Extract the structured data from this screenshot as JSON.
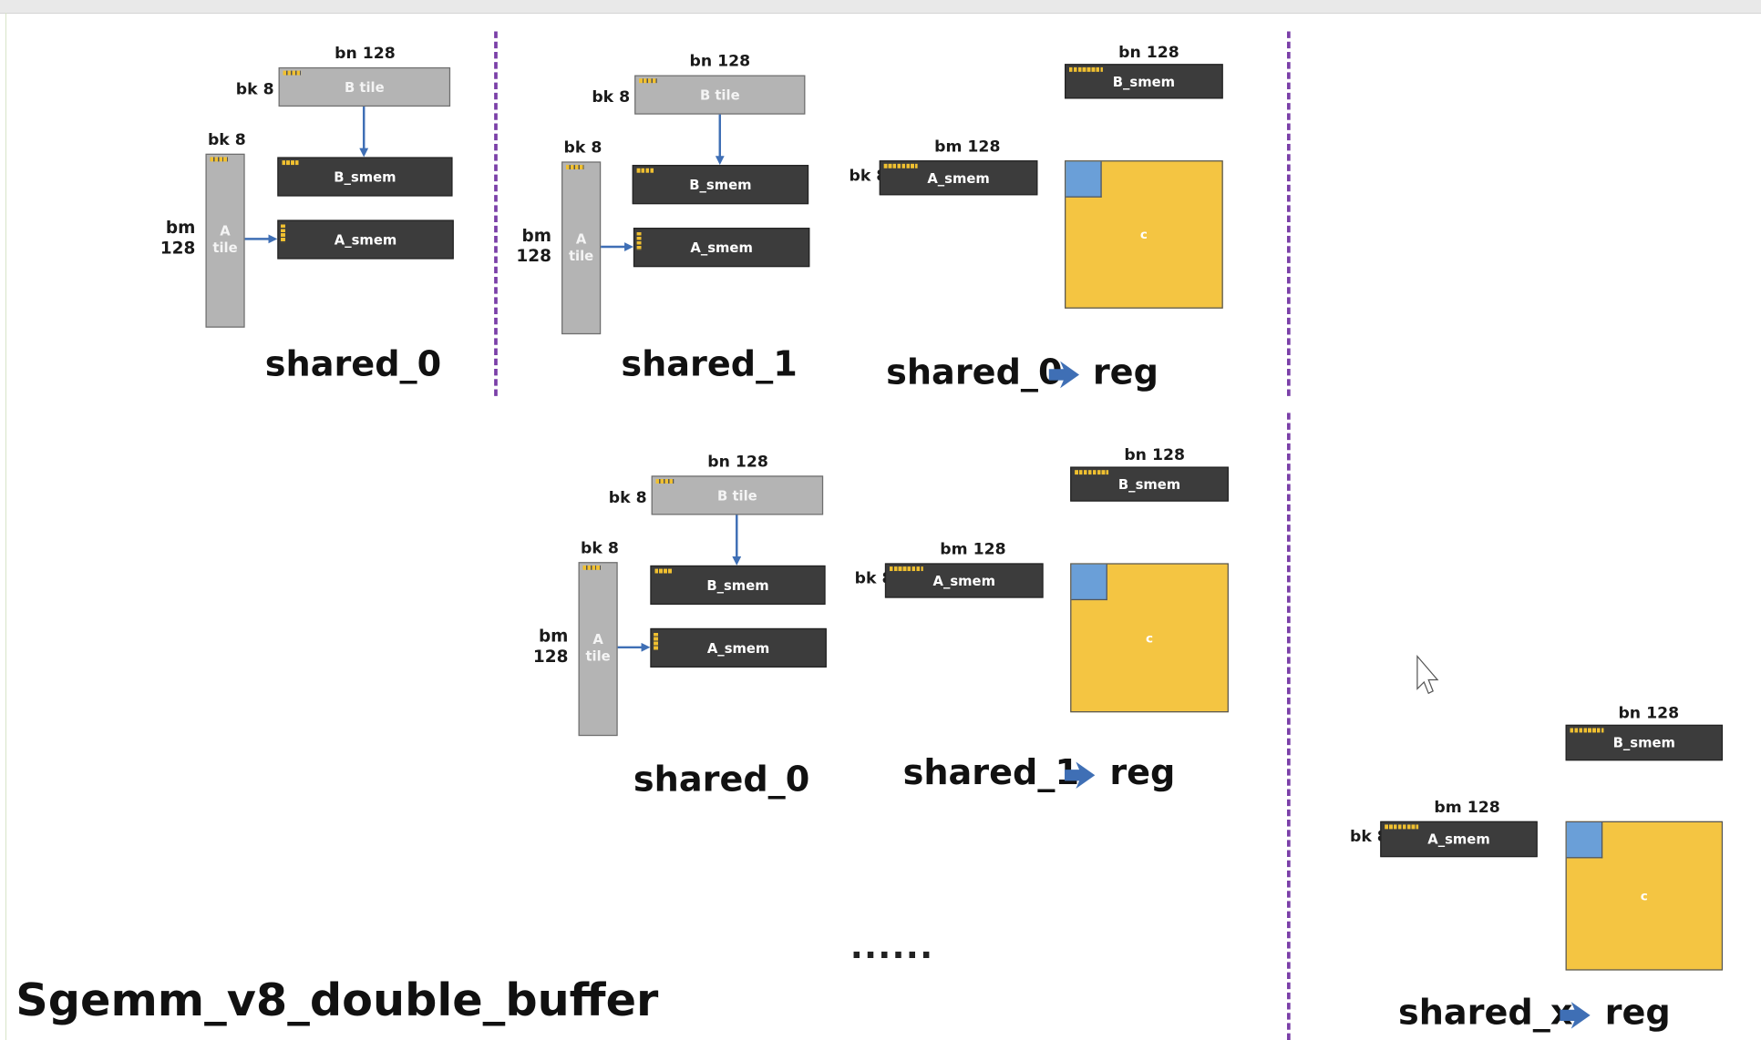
{
  "labels": {
    "bk8": "bk 8",
    "bn128": "bn 128",
    "bm128": "bm 128",
    "bm": "bm",
    "n128": "128",
    "b_tile": "B tile",
    "a": "A",
    "tile": "tile",
    "b_smem": "B_smem",
    "a_smem": "A_smem",
    "c": "c"
  },
  "captions": {
    "top_left": "shared_0",
    "top_mid": "shared_1",
    "top_right_from": "shared_0",
    "top_right_to": "reg",
    "mid_left": "shared_0",
    "mid_right_from": "shared_1",
    "mid_right_to": "reg",
    "right_from": "shared_x",
    "right_to": "reg"
  },
  "ellipsis": "......",
  "title": "Sgemm_v8_double_buffer",
  "colors": {
    "gray": "#b4b4b4",
    "dark": "#3c3c3c",
    "yellow": "#f4c542",
    "blue": "#6a9fd8",
    "arrow": "#3f6fb5",
    "divider": "#7a3fa8"
  }
}
